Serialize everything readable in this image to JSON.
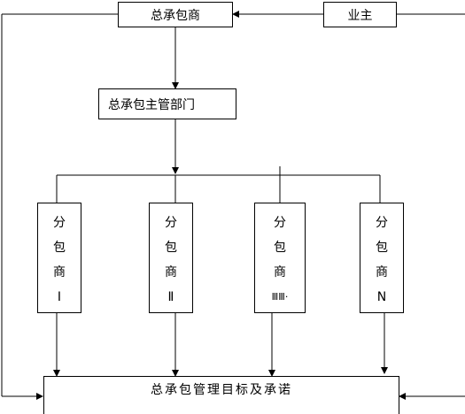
{
  "nodes": {
    "general_contractor": "总承包商",
    "owner": "业主",
    "gc_department": "总承包主管部门",
    "subcontractors": [
      {
        "label": [
          "分",
          "包",
          "商"
        ],
        "index": "Ⅰ"
      },
      {
        "label": [
          "分",
          "包",
          "商"
        ],
        "index": "Ⅱ"
      },
      {
        "label": [
          "分",
          "包",
          "商"
        ],
        "index": "ⅢⅢ·"
      },
      {
        "label": [
          "分",
          "包",
          "商"
        ],
        "index": "N"
      }
    ],
    "goals": "总承包管理目标及承诺"
  }
}
